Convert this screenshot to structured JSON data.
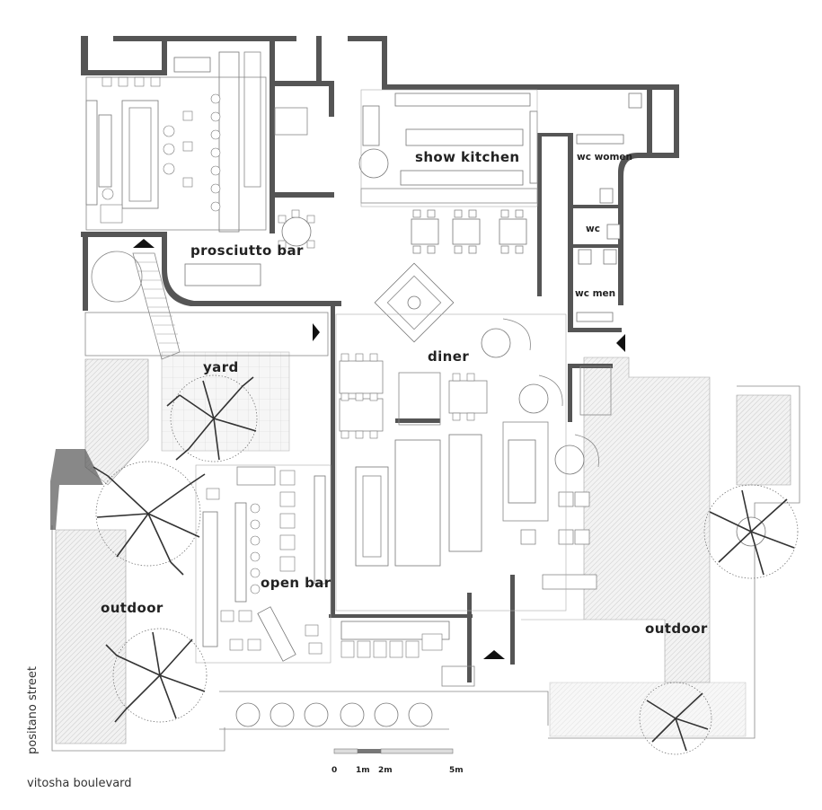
{
  "labels": {
    "show_kitchen": "show kitchen",
    "wc_women": "wc women",
    "wc": "wc",
    "wc_men": "wc men",
    "prosciutto_bar": "prosciutto bar",
    "yard": "yard",
    "diner": "diner",
    "open_bar": "open bar",
    "outdoor_left": "outdoor",
    "outdoor_right": "outdoor"
  },
  "streets": {
    "side": "positano street",
    "main": "vitosha boulevard"
  },
  "scale_bar": {
    "ticks": [
      "0",
      "1m",
      "2m",
      "5m"
    ]
  }
}
